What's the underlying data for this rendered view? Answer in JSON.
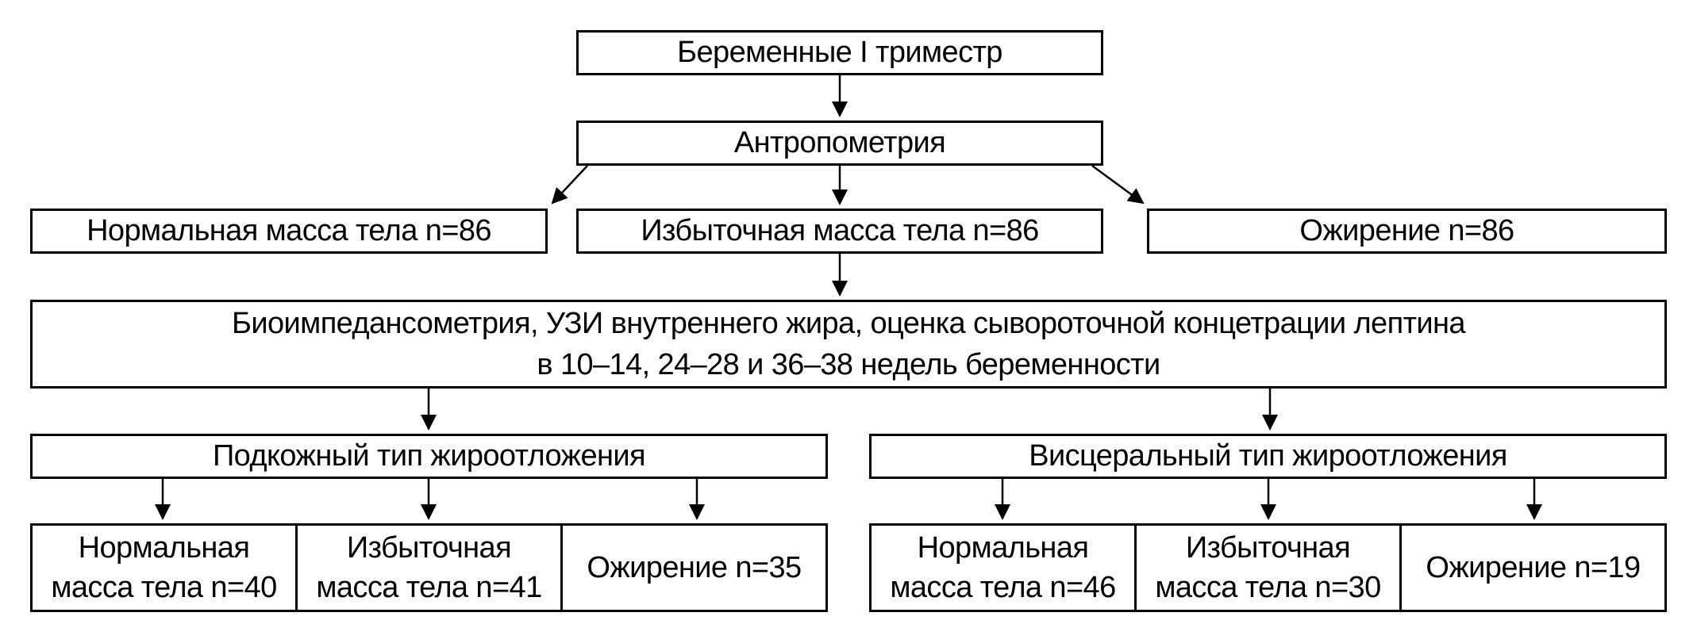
{
  "flowchart": {
    "colors": {
      "border": "#000000",
      "background": "#ffffff",
      "text": "#000000"
    },
    "root": {
      "label": "Беременные I триместр"
    },
    "anthropometry": {
      "label": "Антропометрия"
    },
    "bmi_groups": [
      {
        "label": "Нормальная масса тела n=86"
      },
      {
        "label": "Избыточная масса тела n=86"
      },
      {
        "label": "Ожирение n=86"
      }
    ],
    "methods": {
      "line1": "Биоимпедансометрия, УЗИ внутреннего жира, оценка сывороточной концетрации лептина",
      "line2": "в 10–14, 24–28 и 36–38 недель беременности"
    },
    "fat_distribution": [
      {
        "label": "Подкожный тип жироотложения",
        "subgroups": [
          {
            "label": "Нормальная масса тела n=40"
          },
          {
            "label": "Избыточная масса тела n=41"
          },
          {
            "label": "Ожирение n=35"
          }
        ]
      },
      {
        "label": "Висцеральный тип жироотложения",
        "subgroups": [
          {
            "label": "Нормальная масса тела n=46"
          },
          {
            "label": "Избыточная масса тела n=30"
          },
          {
            "label": "Ожирение n=19"
          }
        ]
      }
    ]
  }
}
